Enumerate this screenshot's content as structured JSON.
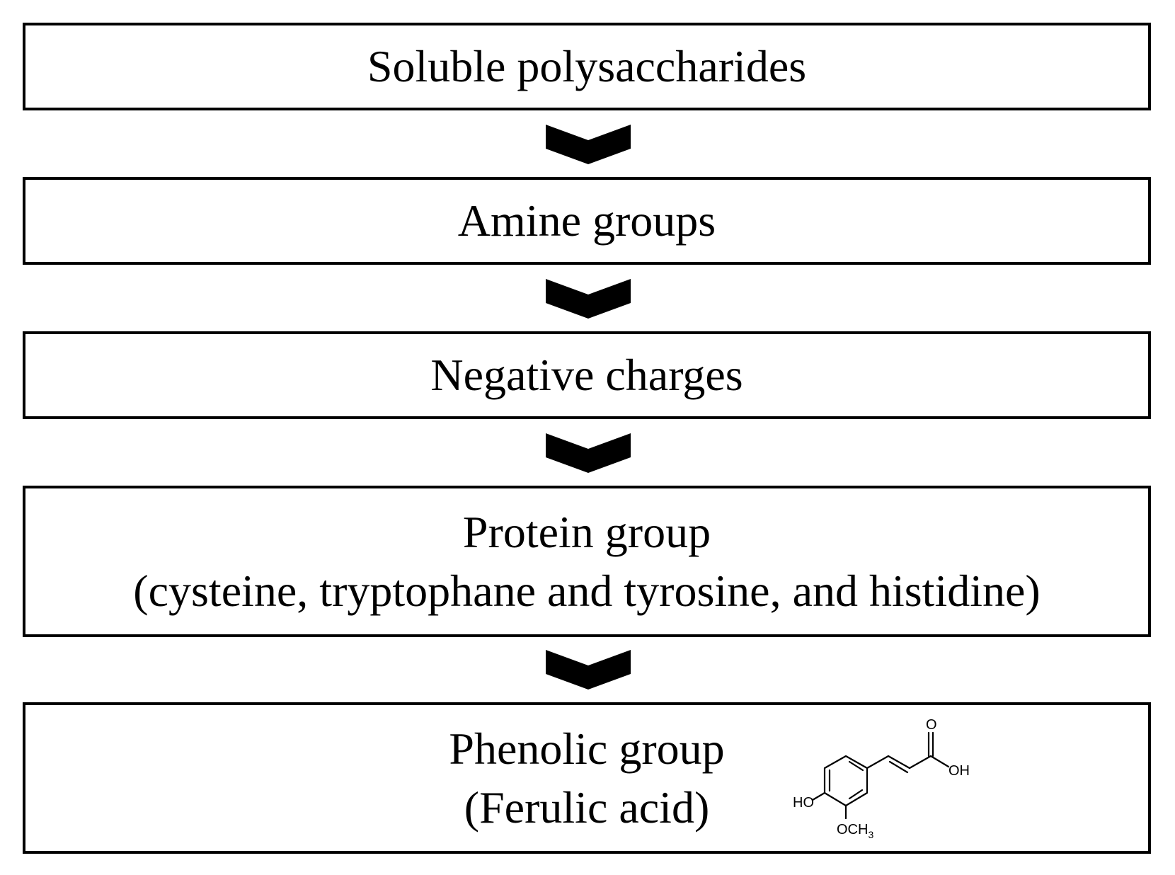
{
  "steps": [
    {
      "lines": [
        "Soluble polysaccharides"
      ]
    },
    {
      "lines": [
        "Amine groups"
      ]
    },
    {
      "lines": [
        "Negative charges"
      ]
    },
    {
      "lines": [
        "Protein group",
        "(cysteine, tryptophane and tyrosine, and histidine)"
      ]
    },
    {
      "lines": [
        "Phenolic group",
        "(Ferulic acid)"
      ]
    }
  ],
  "molecule": {
    "labels": {
      "o": "O",
      "oh": "OH",
      "ho": "HO",
      "och3_prefix": "OCH",
      "och3_sub": "3"
    }
  },
  "colors": {
    "stroke": "#000000",
    "background": "#ffffff"
  }
}
